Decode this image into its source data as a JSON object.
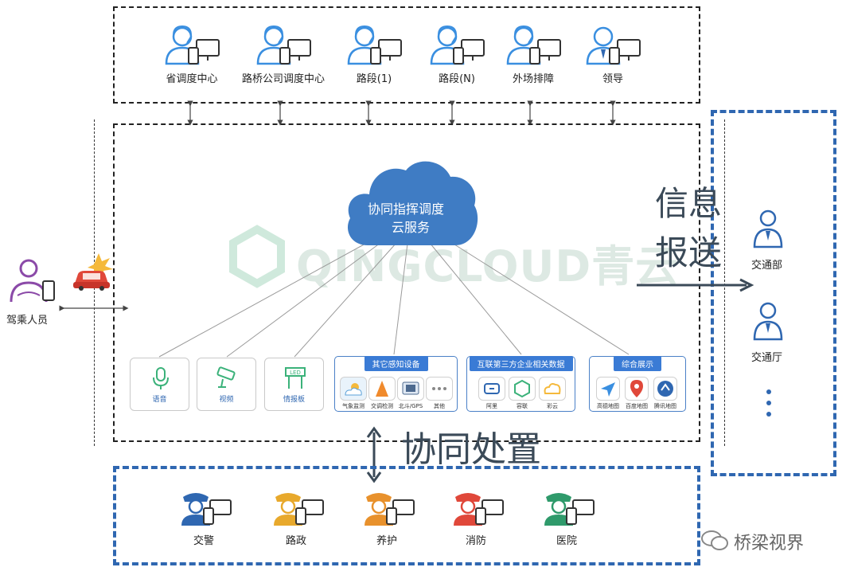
{
  "top_roles": [
    {
      "label": "省调度中心",
      "icon": "dispatcher-icon"
    },
    {
      "label": "路桥公司调度中心",
      "icon": "dispatcher-icon"
    },
    {
      "label": "路段(1)",
      "icon": "dispatcher-icon"
    },
    {
      "label": "路段(N)",
      "icon": "dispatcher-icon"
    },
    {
      "label": "外场排障",
      "icon": "dispatcher-icon"
    },
    {
      "label": "领导",
      "icon": "leader-icon"
    }
  ],
  "cloud": {
    "line1": "协同指挥调度",
    "line2": "云服务"
  },
  "watermark": "QINGCLOUD青云",
  "driver": {
    "label": "驾乘人员"
  },
  "devices": [
    {
      "label": "语音",
      "icon": "microphone-icon"
    },
    {
      "label": "视频",
      "icon": "camera-icon"
    },
    {
      "label": "情报板",
      "icon": "led-board-icon"
    }
  ],
  "groups": [
    {
      "title": "其它感知设备",
      "items": [
        "气象监测",
        "交调检测",
        "北斗/GPS",
        "其他"
      ]
    },
    {
      "title": "互联第三方企业相关数据",
      "items": [
        "阿里",
        "容联",
        "彩云"
      ]
    },
    {
      "title": "综合展示",
      "items": [
        "高德地图",
        "百度地图",
        "腾讯地图"
      ]
    }
  ],
  "info_send": {
    "line1": "信息",
    "line2": "报送"
  },
  "right_units": [
    {
      "label": "交通部"
    },
    {
      "label": "交通厅"
    }
  ],
  "cooperate": {
    "text": "协同处置"
  },
  "bottom_units": [
    {
      "label": "交警",
      "icon": "police-icon"
    },
    {
      "label": "路政",
      "icon": "road-admin-icon"
    },
    {
      "label": "养护",
      "icon": "maintenance-icon"
    },
    {
      "label": "消防",
      "icon": "firefighter-icon"
    },
    {
      "label": "医院",
      "icon": "doctor-icon"
    }
  ],
  "credit": {
    "text": "桥梁视界"
  },
  "colors": {
    "blue": "#2f67b1",
    "cloud": "#3f7cc4",
    "dark_text": "#3b4a58",
    "orange": "#e8912c",
    "red": "#e0483a"
  }
}
